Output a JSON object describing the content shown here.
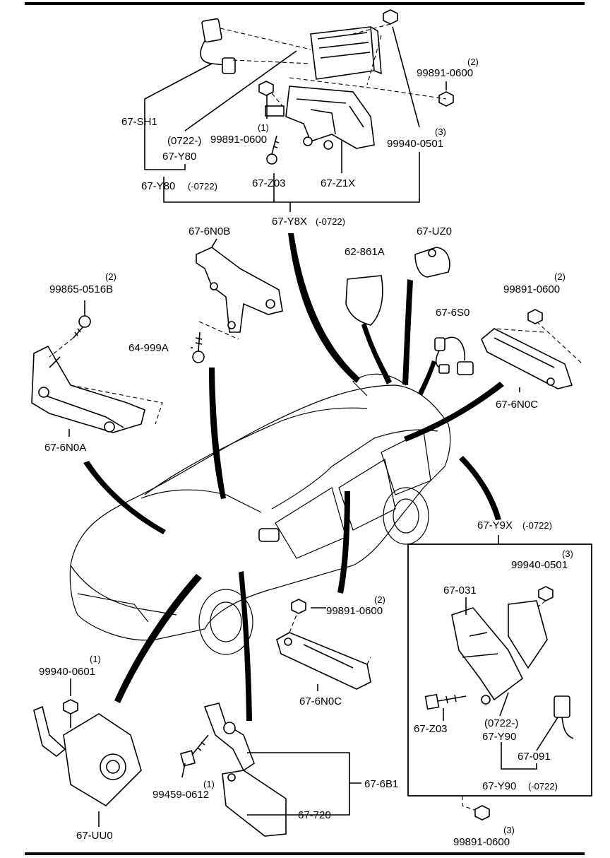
{
  "labels": {
    "sh1": "67-SH1",
    "rev_0722_top": "(0722-)",
    "y80_a": "67-Y80",
    "y80_b": "67-Y80",
    "y80_b_note": "(-0722)",
    "p99891_top": "99891-0600",
    "q99891_top": "(2)",
    "p99891_mid": "99891-0600",
    "q99891_mid": "(1)",
    "z03_top": "67-Z03",
    "z1x": "67-Z1X",
    "p99940_top": "99940-0501",
    "q99940_top": "(3)",
    "y8x": "67-Y8X",
    "y8x_note": "(-0722)",
    "n0b": "67-6N0B",
    "uz0": "67-UZ0",
    "s861a": "62-861A",
    "s0": "67-6S0",
    "p99865": "99865-0516B",
    "q99865": "(2)",
    "a999": "64-999A",
    "p99891_right": "99891-0600",
    "q99891_right": "(2)",
    "n0c_right": "67-6N0C",
    "n0a": "67-6N0A",
    "y9x": "67-Y9X",
    "y9x_note": "(-0722)",
    "p99940_box": "99940-0501",
    "q99940_box": "(3)",
    "c031": "67-031",
    "z03_box": "67-Z03",
    "rev_0722_box": "(0722-)",
    "y90_a": "67-Y90",
    "c091": "67-091",
    "y90_b": "67-Y90",
    "y90_b_note": "(-0722)",
    "p99891_bottom": "99891-0600",
    "q99891_bottom": "(3)",
    "p99940_0601": "99940-0601",
    "q99940_0601": "(1)",
    "p99891_center": "99891-0600",
    "q99891_center": "(2)",
    "n0c_center": "67-6N0C",
    "uu0": "67-UU0",
    "p99459": "99459-0612",
    "q99459": "(1)",
    "b61": "67-6B1",
    "c720": "67-720"
  }
}
